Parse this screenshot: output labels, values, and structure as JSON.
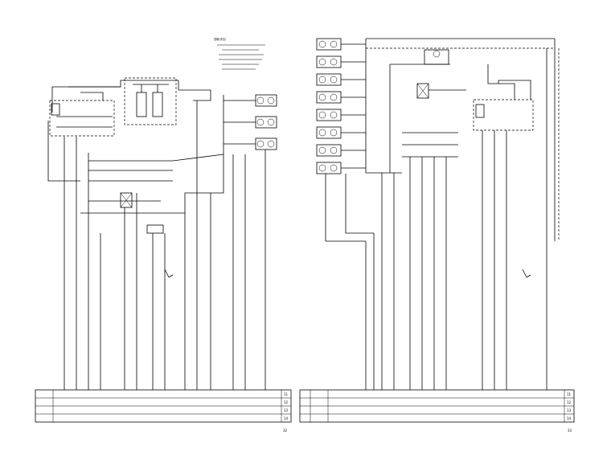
{
  "sheets": [
    {
      "page_no": "32",
      "note_lines": [
        "说明(详见)",
        "",
        "",
        "",
        "",
        ""
      ],
      "header_label": "",
      "table_rows": [
        "",
        "",
        "",
        ""
      ],
      "table_numbers": [
        "11",
        "12",
        "13",
        "14"
      ],
      "valve_labels": [
        "",
        "",
        "",
        ""
      ],
      "antenna_label": ""
    },
    {
      "page_no": "33",
      "note_lines": [],
      "header_label": "",
      "table_rows": [
        "",
        "",
        "",
        ""
      ],
      "table_numbers": [
        "11",
        "12",
        "13",
        "14"
      ],
      "valve_labels": [
        "",
        "",
        "",
        ""
      ],
      "antenna_label": ""
    }
  ]
}
